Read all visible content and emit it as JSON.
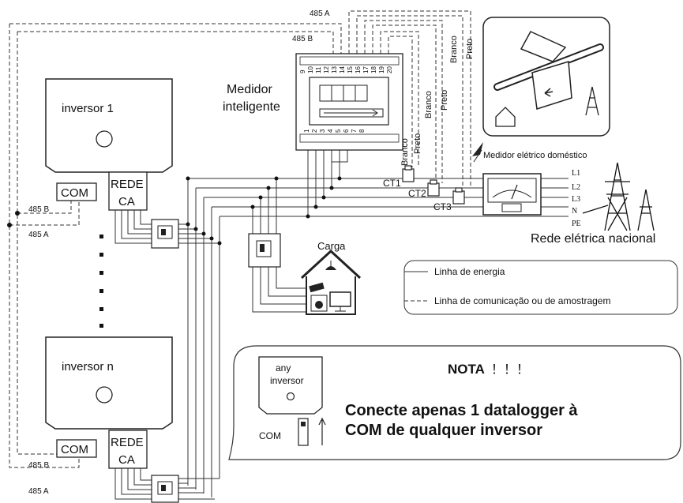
{
  "inverters": [
    {
      "name": "inversor 1",
      "com": "COM",
      "ac": [
        "REDE",
        "CA"
      ]
    },
    {
      "name": "inversor n",
      "com": "COM",
      "ac": [
        "REDE",
        "CA"
      ]
    }
  ],
  "rs485": {
    "a": "485 A",
    "b": "485 B"
  },
  "meter": {
    "label_line1": "Medidor",
    "label_line2": "inteligente",
    "top_terminals": [
      "9",
      "10",
      "11",
      "12",
      "13",
      "14",
      "15",
      "16",
      "17",
      "18",
      "19",
      "20"
    ],
    "bottom_terminals": [
      "1",
      "2",
      "3",
      "4",
      "5",
      "6",
      "7",
      "8"
    ]
  },
  "wire_colors": {
    "white": "Branco",
    "black": "Preto"
  },
  "ct": [
    "CT1",
    "CT2",
    "CT3"
  ],
  "home_meter": "Medidor elétrico doméstico",
  "grid_lines": [
    "L1",
    "L2",
    "L3",
    "N",
    "PE"
  ],
  "grid": "Rede elétrica nacional",
  "load": "Carga",
  "legend": {
    "power": "Linha de energia",
    "comm": "Linha de comunicação ou de amostragem"
  },
  "note": {
    "any": "any",
    "inverter": "inversor",
    "com": "COM",
    "title": "NOTA",
    "marks": "！！！",
    "line1": "Conecte apenas 1 datalogger à",
    "line2": "COM de qualquer inversor"
  }
}
